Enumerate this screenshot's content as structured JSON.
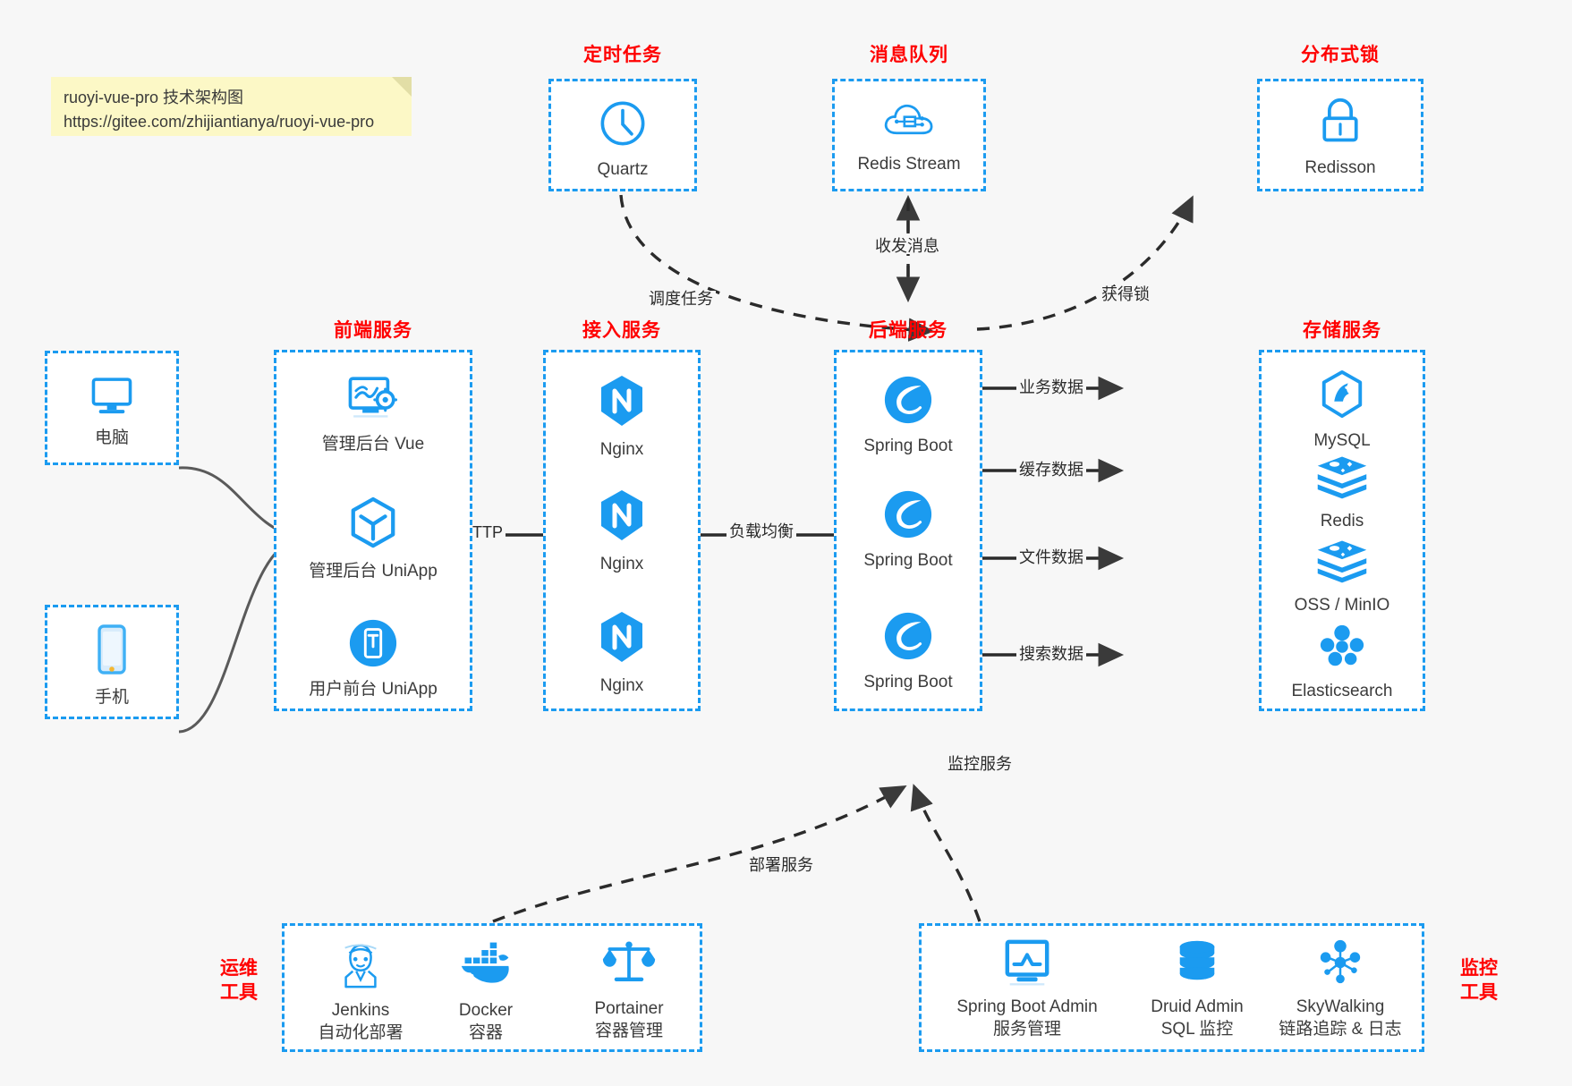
{
  "note": {
    "line1": "ruoyi-vue-pro 技术架构图",
    "line2": "https://gitee.com/zhijiantianya/ruoyi-vue-pro"
  },
  "colors": {
    "accent": "#1b9bf0",
    "group_title": "#ff0000",
    "label": "#3c3c3c",
    "edge": "#2b2b2b",
    "background": "#f7f7f7",
    "note_bg": "#fcf8c6"
  },
  "groups": {
    "scheduler": {
      "title": "定时任务",
      "nodes": [
        {
          "label": "Quartz",
          "icon": "clock-icon"
        }
      ]
    },
    "mq": {
      "title": "消息队列",
      "nodes": [
        {
          "label": "Redis Stream",
          "icon": "cloud-stream-icon"
        }
      ]
    },
    "lock": {
      "title": "分布式锁",
      "nodes": [
        {
          "label": "Redisson",
          "icon": "lock-icon"
        }
      ]
    },
    "clients": {
      "nodes": [
        {
          "label": "电脑",
          "icon": "desktop-icon"
        },
        {
          "label": "手机",
          "icon": "mobile-icon"
        }
      ]
    },
    "frontend": {
      "title": "前端服务",
      "nodes": [
        {
          "label": "管理后台 Vue",
          "icon": "dashboard-icon"
        },
        {
          "label": "管理后台 UniApp",
          "icon": "cube-icon"
        },
        {
          "label": "用户前台 UniApp",
          "icon": "app-icon"
        }
      ]
    },
    "gateway": {
      "title": "接入服务",
      "nodes": [
        {
          "label": "Nginx",
          "icon": "nginx-icon"
        },
        {
          "label": "Nginx",
          "icon": "nginx-icon"
        },
        {
          "label": "Nginx",
          "icon": "nginx-icon"
        }
      ]
    },
    "backend": {
      "title": "后端服务",
      "nodes": [
        {
          "label": "Spring Boot",
          "icon": "spring-icon"
        },
        {
          "label": "Spring Boot",
          "icon": "spring-icon"
        },
        {
          "label": "Spring Boot",
          "icon": "spring-icon"
        }
      ]
    },
    "storage": {
      "title": "存储服务",
      "nodes": [
        {
          "label": "MySQL",
          "icon": "mysql-icon"
        },
        {
          "label": "Redis",
          "icon": "redis-icon"
        },
        {
          "label": "OSS / MinIO",
          "icon": "oss-icon"
        },
        {
          "label": "Elasticsearch",
          "icon": "elasticsearch-icon"
        }
      ]
    },
    "devops": {
      "title_line1": "运维",
      "title_line2": "工具",
      "nodes": [
        {
          "label": "Jenkins",
          "sublabel": "自动化部署",
          "icon": "jenkins-icon"
        },
        {
          "label": "Docker",
          "sublabel": "容器",
          "icon": "docker-icon"
        },
        {
          "label": "Portainer",
          "sublabel": "容器管理",
          "icon": "scales-icon"
        }
      ]
    },
    "monitoring": {
      "title_line1": "监控",
      "title_line2": "工具",
      "nodes": [
        {
          "label": "Spring Boot Admin",
          "sublabel": "服务管理",
          "icon": "monitor-chart-icon"
        },
        {
          "label": "Druid Admin",
          "sublabel": "SQL 监控",
          "icon": "database-icon"
        },
        {
          "label": "SkyWalking",
          "sublabel": "链路追踪 & 日志",
          "icon": "skywalking-icon"
        }
      ]
    }
  },
  "edges": [
    {
      "id": "http",
      "label": "HTTP"
    },
    {
      "id": "lb",
      "label": "负载均衡"
    },
    {
      "id": "schedule",
      "label": "调度任务"
    },
    {
      "id": "mq-io",
      "label": "收发消息"
    },
    {
      "id": "get-lock",
      "label": "获得锁"
    },
    {
      "id": "biz-data",
      "label": "业务数据"
    },
    {
      "id": "cache-data",
      "label": "缓存数据"
    },
    {
      "id": "file-data",
      "label": "文件数据"
    },
    {
      "id": "search-data",
      "label": "搜索数据"
    },
    {
      "id": "deploy",
      "label": "部署服务"
    },
    {
      "id": "monitor",
      "label": "监控服务"
    }
  ]
}
